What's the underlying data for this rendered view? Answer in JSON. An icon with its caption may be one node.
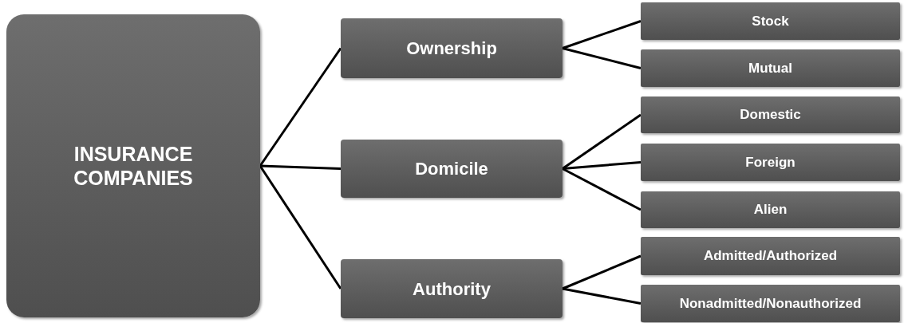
{
  "diagram": {
    "nodes": [
      {
        "text": [
          "INSURANCE COMPANIES"
        ]
      },
      {
        "text": [
          "Ownership"
        ]
      },
      {
        "text": [
          "Domicile"
        ]
      },
      {
        "text": [
          "Authority"
        ]
      },
      {
        "text": [
          "Stock"
        ]
      },
      {
        "text": [
          "Mutual"
        ]
      },
      {
        "text": [
          "Domestic"
        ]
      },
      {
        "text": [
          "Foreign"
        ]
      },
      {
        "text": [
          "Alien"
        ]
      },
      {
        "text": [
          "Admitted/Authorized"
        ]
      },
      {
        "text": [
          "Nonadmitted/Nonauthorized"
        ]
      }
    ],
    "edges": [
      {
        "from": 0,
        "to": 1,
        "arrow": "none"
      },
      {
        "from": 0,
        "to": 2,
        "arrow": "none"
      },
      {
        "from": 0,
        "to": 3,
        "arrow": "none"
      },
      {
        "from": 1,
        "to": 4,
        "arrow": "none"
      },
      {
        "from": 1,
        "to": 5,
        "arrow": "none"
      },
      {
        "from": 2,
        "to": 6,
        "arrow": "none"
      },
      {
        "from": 2,
        "to": 7,
        "arrow": "none"
      },
      {
        "from": 2,
        "to": 8,
        "arrow": "none"
      },
      {
        "from": 3,
        "to": 9,
        "arrow": "none"
      },
      {
        "from": 3,
        "to": 10,
        "arrow": "none"
      }
    ]
  }
}
